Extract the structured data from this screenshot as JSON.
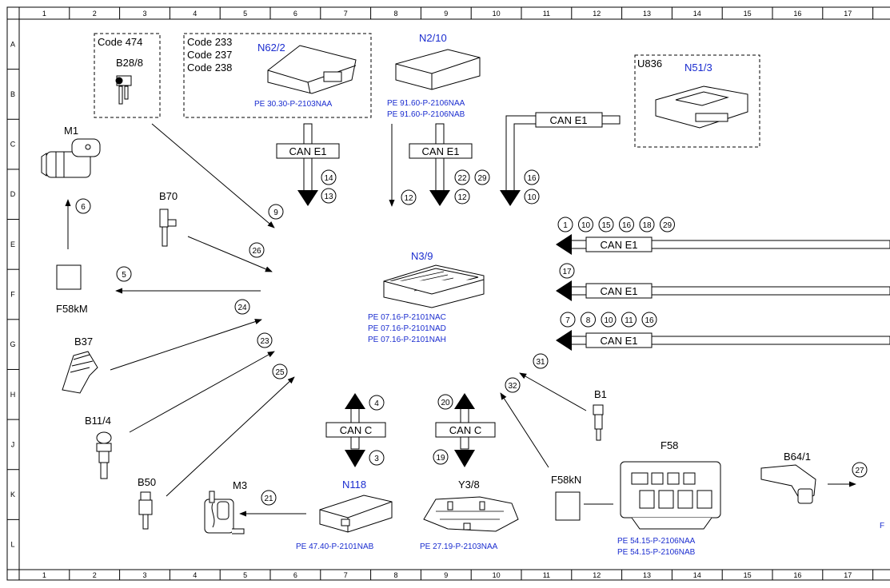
{
  "grid": {
    "columns": [
      "1",
      "2",
      "3",
      "4",
      "5",
      "6",
      "7",
      "8",
      "9",
      "10",
      "11",
      "12",
      "13",
      "14",
      "15",
      "16",
      "17"
    ],
    "rows": [
      "A",
      "B",
      "C",
      "D",
      "E",
      "F",
      "G",
      "H",
      "J",
      "K",
      "L"
    ]
  },
  "components": {
    "code474": {
      "code": "Code 474",
      "id": "B28/8"
    },
    "n62_2": {
      "codes": [
        "Code 233",
        "Code 237",
        "Code 238"
      ],
      "id": "N62/2",
      "refs": [
        "PE 30.30-P-2103NAA"
      ]
    },
    "n2_10": {
      "id": "N2/10",
      "refs": [
        "PE 91.60-P-2106NAA",
        "PE 91.60-P-2106NAB"
      ]
    },
    "u836": {
      "code": "U836",
      "id": "N51/3"
    },
    "m1": {
      "id": "M1"
    },
    "b70": {
      "id": "B70"
    },
    "f58km": {
      "id": "F58kM"
    },
    "n3_9": {
      "id": "N3/9",
      "refs": [
        "PE 07.16-P-2101NAC",
        "PE 07.16-P-2101NAD",
        "PE 07.16-P-2101NAH"
      ]
    },
    "b37": {
      "id": "B37"
    },
    "b11_4": {
      "id": "B11/4"
    },
    "b50": {
      "id": "B50"
    },
    "m3": {
      "id": "M3"
    },
    "n118": {
      "id": "N118",
      "refs": [
        "PE 47.40-P-2101NAB"
      ]
    },
    "y3_8": {
      "id": "Y3/8",
      "refs": [
        "PE 27.19-P-2103NAA"
      ]
    },
    "f58kn": {
      "id": "F58kN"
    },
    "f58": {
      "id": "F58",
      "refs": [
        "PE 54.15-P-2106NAA",
        "PE 54.15-P-2106NAB"
      ]
    },
    "b1": {
      "id": "B1"
    },
    "b64_1": {
      "id": "B64/1"
    },
    "edge_ref": "F"
  },
  "bus_labels": {
    "can_e1": "CAN E1",
    "can_c": "CAN C"
  },
  "signals": {
    "n62_bus": [
      "14",
      "13"
    ],
    "n2_10_bus": [
      "22",
      "29",
      "12"
    ],
    "n2_10_line": "12",
    "n51_bus": [
      "16",
      "10"
    ],
    "right1": [
      "1",
      "10",
      "15",
      "16",
      "18",
      "29"
    ],
    "right2": [
      "17"
    ],
    "right3": [
      "7",
      "8",
      "10",
      "11",
      "16"
    ],
    "m1": "6",
    "b28": "9",
    "b70": "26",
    "f58km": "5",
    "b37": "24",
    "b11_4": "23",
    "b50": "25",
    "n118_bus": [
      "4",
      "3"
    ],
    "y3_8_bus": [
      "20",
      "19"
    ],
    "m3": "21",
    "f58kn": "32",
    "b1": "31",
    "b64_1": "27"
  },
  "colors": {
    "link_blue": "#1a2ccf",
    "ink": "#000000"
  }
}
